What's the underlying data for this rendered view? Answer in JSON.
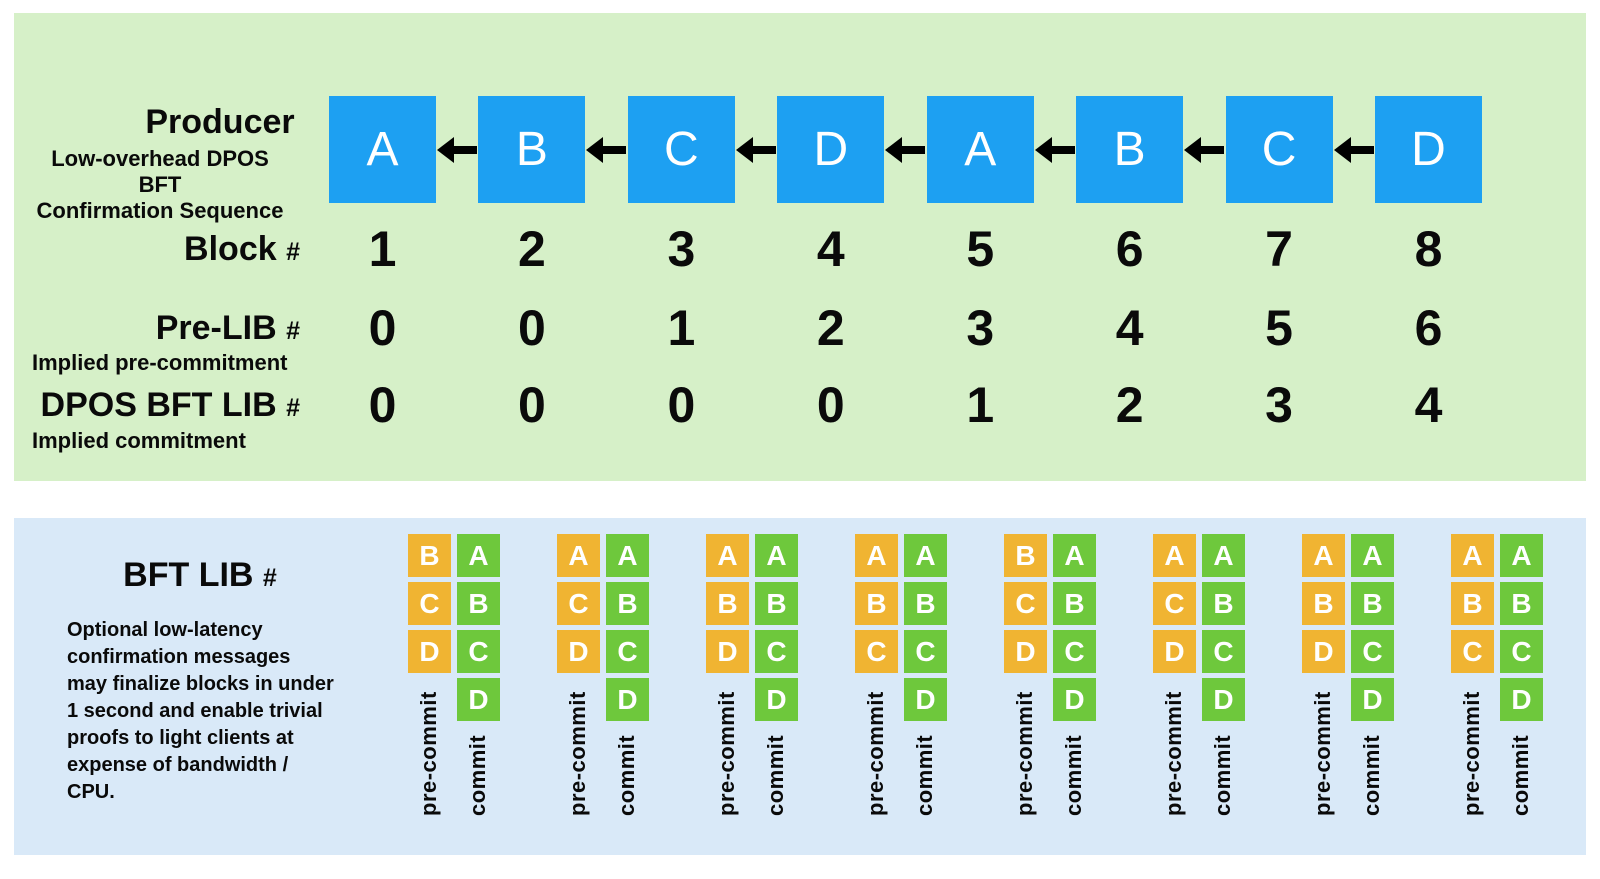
{
  "colors": {
    "top_panel_bg": "#d6f0c8",
    "bottom_panel_bg": "#d9e9f8",
    "producer_block": "#1da0f2",
    "pre_commit_block": "#f0b432",
    "commit_block": "#6ec83c",
    "arrow": "#000000",
    "text": "#0a0a0a",
    "block_letter": "#ffffff"
  },
  "top_panel": {
    "title": "Producer",
    "subtitle": "Low-overhead DPOS BFT\nConfirmation Sequence",
    "producers": [
      "A",
      "B",
      "C",
      "D",
      "A",
      "B",
      "C",
      "D"
    ],
    "rows": [
      {
        "id": "block-number",
        "label": "Block",
        "hash": "#",
        "note": "",
        "values": [
          "1",
          "2",
          "3",
          "4",
          "5",
          "6",
          "7",
          "8"
        ]
      },
      {
        "id": "pre-lib-number",
        "label": "Pre-LIB",
        "hash": "#",
        "note": "Implied pre-commitment",
        "values": [
          "0",
          "0",
          "1",
          "2",
          "3",
          "4",
          "5",
          "6"
        ]
      },
      {
        "id": "dpos-bft-lib-number",
        "label": "DPOS BFT LIB",
        "hash": "#",
        "note": "Implied commitment",
        "values": [
          "0",
          "0",
          "0",
          "0",
          "1",
          "2",
          "3",
          "4"
        ]
      }
    ]
  },
  "bottom_panel": {
    "title": "BFT LIB",
    "hash": "#",
    "description": "Optional low-latency\nconfirmation messages\nmay finalize blocks in under\n1 second and enable trivial\nproofs to light clients at\nexpense of bandwidth /\nCPU.",
    "pre_commit_label": "pre-commit",
    "commit_label": "commit",
    "groups": [
      {
        "pre_commit": [
          "B",
          "C",
          "D"
        ],
        "commit": [
          "A",
          "B",
          "C",
          "D"
        ]
      },
      {
        "pre_commit": [
          "A",
          "C",
          "D"
        ],
        "commit": [
          "A",
          "B",
          "C",
          "D"
        ]
      },
      {
        "pre_commit": [
          "A",
          "B",
          "D"
        ],
        "commit": [
          "A",
          "B",
          "C",
          "D"
        ]
      },
      {
        "pre_commit": [
          "A",
          "B",
          "C"
        ],
        "commit": [
          "A",
          "B",
          "C",
          "D"
        ]
      },
      {
        "pre_commit": [
          "B",
          "C",
          "D"
        ],
        "commit": [
          "A",
          "B",
          "C",
          "D"
        ]
      },
      {
        "pre_commit": [
          "A",
          "C",
          "D"
        ],
        "commit": [
          "A",
          "B",
          "C",
          "D"
        ]
      },
      {
        "pre_commit": [
          "A",
          "B",
          "D"
        ],
        "commit": [
          "A",
          "B",
          "C",
          "D"
        ]
      },
      {
        "pre_commit": [
          "A",
          "B",
          "C"
        ],
        "commit": [
          "A",
          "B",
          "C",
          "D"
        ]
      }
    ]
  }
}
